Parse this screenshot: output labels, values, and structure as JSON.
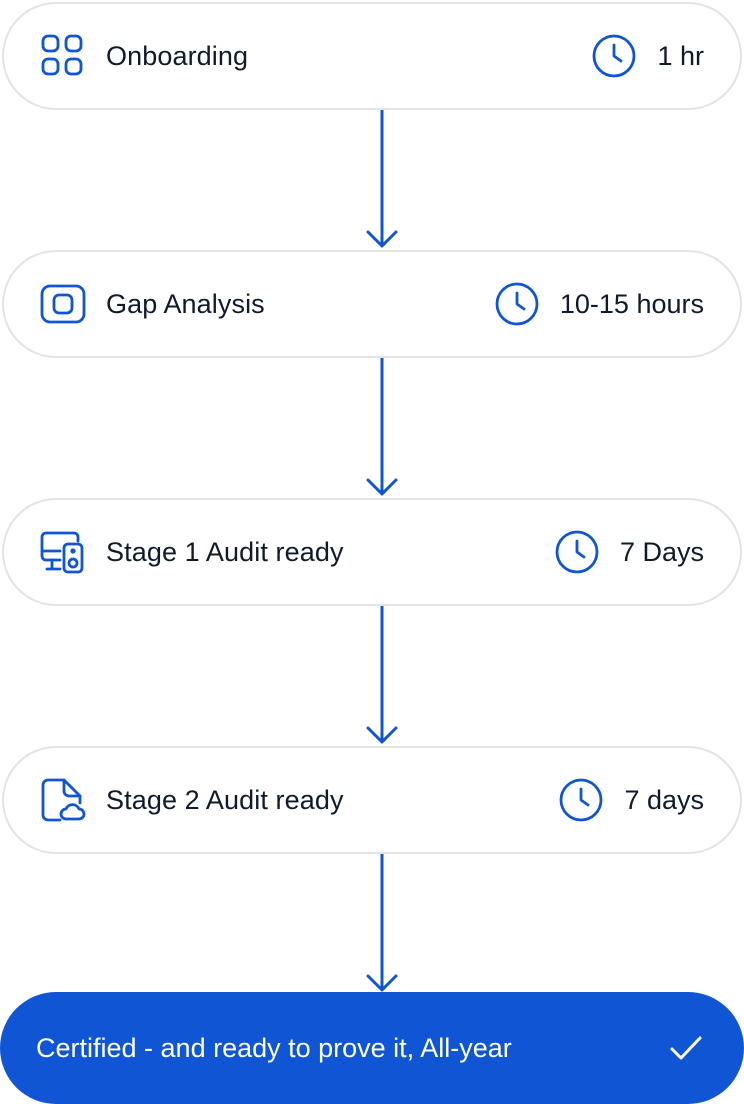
{
  "steps": [
    {
      "label": "Onboarding",
      "duration": "1 hr",
      "icon": "grid-apps-icon"
    },
    {
      "label": "Gap Analysis",
      "duration": "10-15 hours",
      "icon": "square-frame-icon"
    },
    {
      "label": "Stage 1 Audit ready",
      "duration": "7 Days",
      "icon": "monitor-speaker-icon"
    },
    {
      "label": "Stage 2 Audit ready",
      "duration": "7 days",
      "icon": "document-cloud-icon"
    }
  ],
  "final": {
    "label": "Certified - and ready to prove it, All-year",
    "icon": "checkmark-icon"
  },
  "colors": {
    "accent": "#1055d3",
    "border": "#e1e3e7",
    "text": "#0f1a2b",
    "final_text": "#ffffff"
  }
}
